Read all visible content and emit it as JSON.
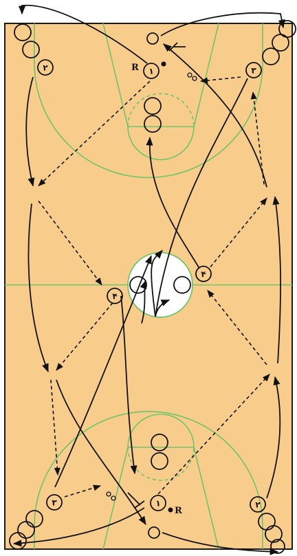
{
  "labels": {
    "one": "١",
    "two": "٢",
    "three": "٣",
    "four": "۴",
    "referee": "R"
  },
  "colors": {
    "court": "#f8cd8b",
    "court_lines": "#6fc46a",
    "ink": "#111111",
    "center_circle": "#ffffff"
  }
}
